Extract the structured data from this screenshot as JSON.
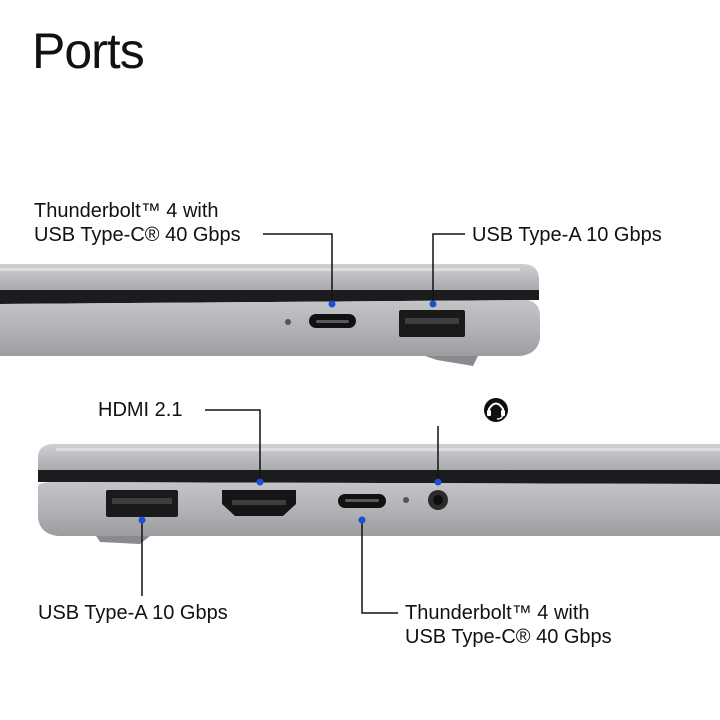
{
  "title": "Ports",
  "top_view": {
    "left_label_line1": "Thunderbolt™ 4 with",
    "left_label_line2": "USB Type-C® 40 Gbps",
    "right_label": "USB Type-A 10 Gbps"
  },
  "bottom_view": {
    "hdmi_label": "HDMI 2.1",
    "audio_icon": "headset-icon",
    "usba_label": "USB Type-A 10 Gbps",
    "tb_label_line1": "Thunderbolt™ 4 with",
    "tb_label_line2": "USB Type-C® 40 Gbps"
  },
  "colors": {
    "accent_dot": "#1a4fd8",
    "chassis": "#b9babd",
    "chassis_light": "#d6d7da",
    "bezel": "#1c1c1e",
    "leader": "#111111"
  }
}
